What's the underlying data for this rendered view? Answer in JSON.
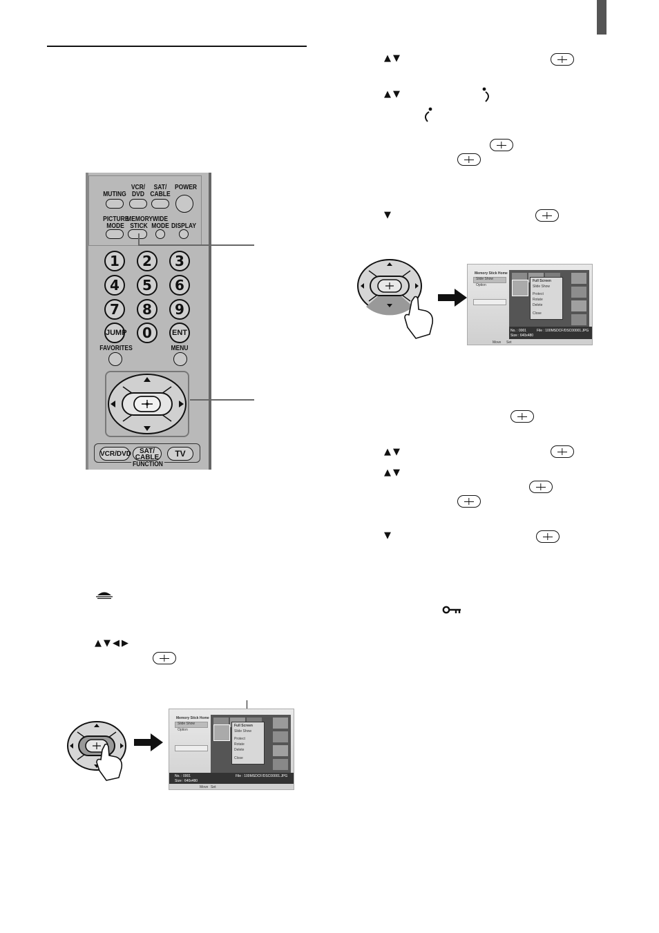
{
  "page": {
    "side_tab_color": "#555555"
  },
  "remote": {
    "row1": [
      "MUTING",
      "VCR/\nDVD",
      "SAT/\nCABLE",
      "POWER"
    ],
    "row2": [
      "PICTURE\nMODE",
      "MEMORY\nSTICK",
      "WIDE\nMODE",
      "DISPLAY"
    ],
    "numbers": [
      "1",
      "2",
      "3",
      "4",
      "5",
      "6",
      "7",
      "8",
      "9"
    ],
    "jump": "JUMP",
    "zero": "0",
    "ent": "ENT",
    "favorites": "FAVORITES",
    "menu": "MENU",
    "function_buttons": [
      "VCR/DVD",
      "SAT/\nCABLE",
      "TV"
    ],
    "function_label": "FUNCTION"
  },
  "icons": {
    "up_down": "▲▼",
    "up_down_left_right": "▲▼◀▶",
    "down": "▼",
    "enter": "enter-button-icon",
    "rotate_right": "rotate-clockwise-icon",
    "rotate_left": "rotate-counterclockwise-icon",
    "key": "protect-key-icon",
    "memory_stick": "memory-stick-icon"
  },
  "screen": {
    "header": "Memory Stick Home",
    "left_menu": [
      "Slide Show",
      "Option"
    ],
    "popup_menu": [
      "Full Screen",
      "Slide Show",
      "Protect",
      "Rotate",
      "Delete",
      "Close"
    ],
    "info_no": "No. : 0001",
    "info_size": "Size : 640x480",
    "info_file": "File : 100MSDCF/DSC00001.JPG",
    "footer": [
      "Move",
      "Set"
    ]
  }
}
